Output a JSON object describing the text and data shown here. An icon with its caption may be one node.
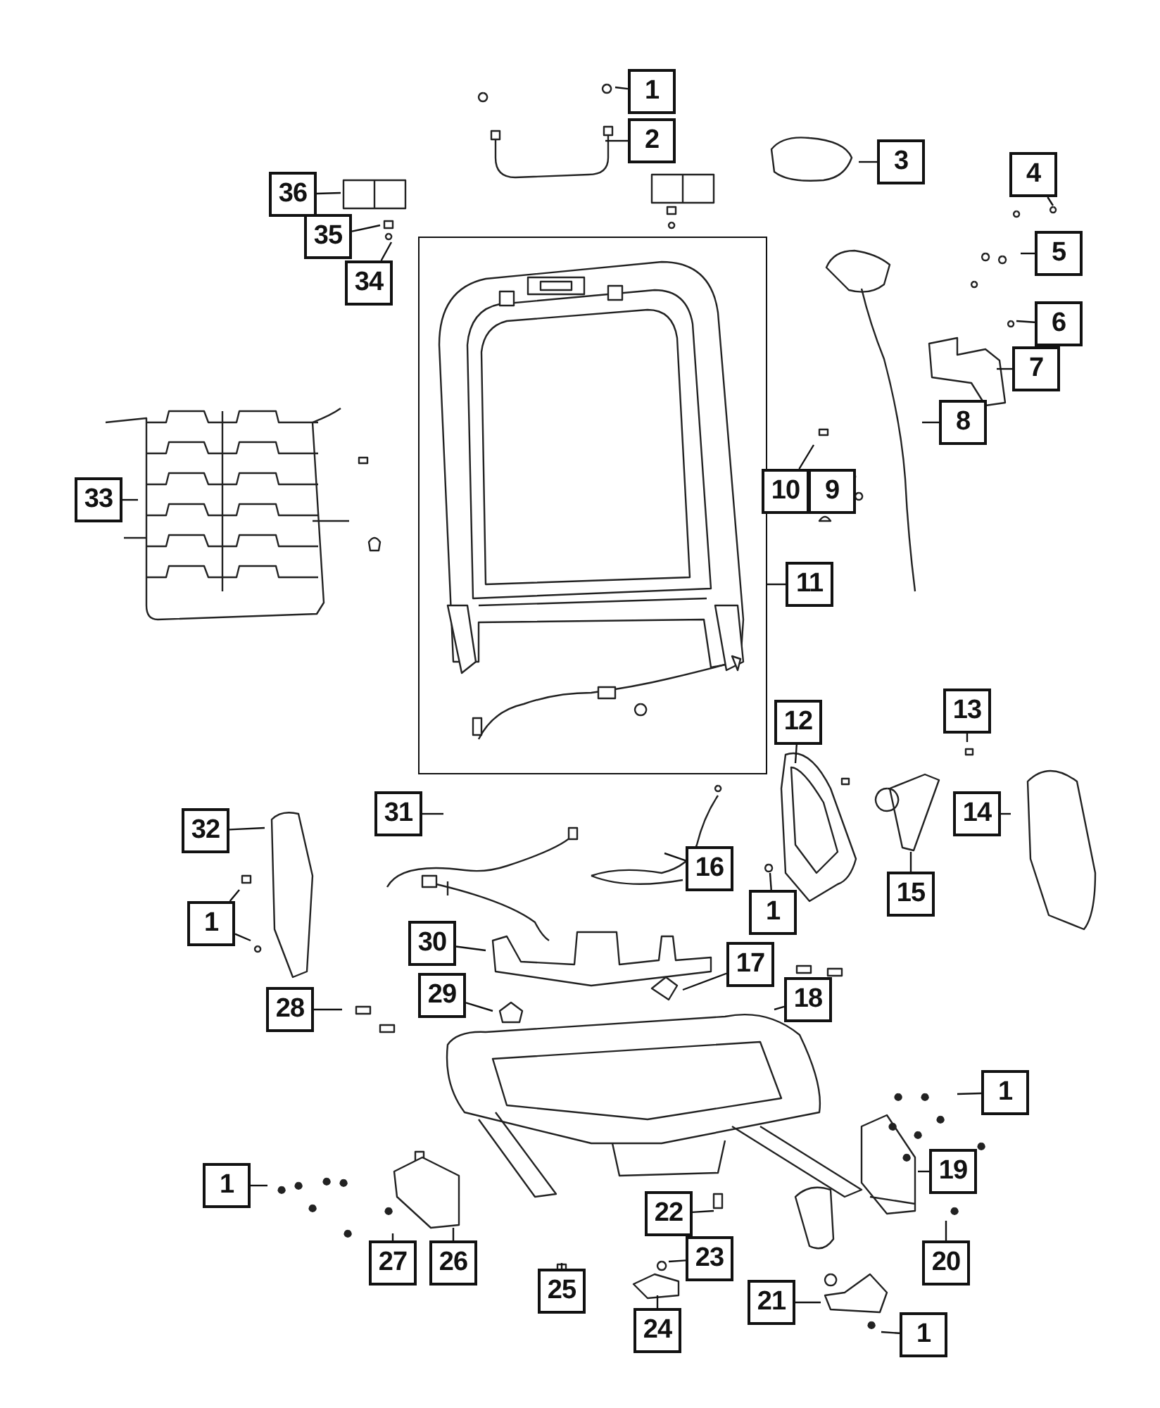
{
  "diagram": {
    "nodes": [
      {
        "text": [
          "1"
        ]
      },
      {
        "text": [
          "2"
        ]
      },
      {
        "text": [
          "3"
        ]
      },
      {
        "text": [
          "36"
        ]
      },
      {
        "text": [
          "4"
        ]
      },
      {
        "text": [
          "35"
        ]
      },
      {
        "text": [
          "5"
        ]
      },
      {
        "text": [
          "34"
        ]
      },
      {
        "text": [],
        "shape": "box"
      },
      {
        "text": [
          "6"
        ]
      },
      {
        "text": [
          "7"
        ]
      },
      {
        "text": [
          "8"
        ]
      },
      {
        "text": [
          "10"
        ]
      },
      {
        "text": [
          "9"
        ]
      },
      {
        "text": [
          "33"
        ]
      },
      {
        "text": [
          "11"
        ]
      },
      {
        "text": [
          "12"
        ]
      },
      {
        "text": [
          "13"
        ]
      },
      {
        "text": [
          "31"
        ]
      },
      {
        "text": [
          "14"
        ]
      },
      {
        "text": [
          "32"
        ]
      },
      {
        "text": [
          "16"
        ]
      },
      {
        "text": [
          "15"
        ]
      },
      {
        "text": [
          "1"
        ]
      },
      {
        "text": [
          "1"
        ]
      },
      {
        "text": [
          "30"
        ]
      },
      {
        "text": [
          "17"
        ]
      },
      {
        "text": [
          "29"
        ]
      },
      {
        "text": [
          "18"
        ]
      },
      {
        "text": [
          "28"
        ]
      },
      {
        "text": [
          "1"
        ]
      },
      {
        "text": [
          "19"
        ]
      },
      {
        "text": [
          "1"
        ]
      },
      {
        "text": [
          "22"
        ]
      },
      {
        "text": [
          "23"
        ]
      },
      {
        "text": [
          "20"
        ]
      },
      {
        "text": [
          "26"
        ]
      },
      {
        "text": [
          "27"
        ]
      },
      {
        "text": [
          "25"
        ]
      },
      {
        "text": [
          "21"
        ]
      },
      {
        "text": [
          "1"
        ]
      },
      {
        "text": [
          "24"
        ]
      }
    ],
    "edges": [
      {
        "from": 0,
        "to": null,
        "arrow": "none"
      },
      {
        "from": 1,
        "to": null,
        "arrow": "none"
      },
      {
        "from": 2,
        "to": null,
        "arrow": "none"
      },
      {
        "from": 3,
        "to": null,
        "arrow": "none"
      },
      {
        "from": 4,
        "to": null,
        "arrow": "none"
      },
      {
        "from": 5,
        "to": null,
        "arrow": "none"
      },
      {
        "from": 6,
        "to": null,
        "arrow": "none"
      },
      {
        "from": 7,
        "to": null,
        "arrow": "none"
      },
      {
        "from": 9,
        "to": null,
        "arrow": "none"
      },
      {
        "from": 10,
        "to": null,
        "arrow": "none"
      },
      {
        "from": 11,
        "to": null,
        "arrow": "none"
      },
      {
        "from": 12,
        "to": null,
        "arrow": "none"
      },
      {
        "from": 14,
        "to": null,
        "arrow": "none"
      },
      {
        "from": 15,
        "to": 8,
        "arrow": "none"
      },
      {
        "from": 16,
        "to": null,
        "arrow": "none"
      },
      {
        "from": 17,
        "to": null,
        "arrow": "none"
      },
      {
        "from": 18,
        "to": null,
        "arrow": "none"
      },
      {
        "from": 19,
        "to": null,
        "arrow": "none"
      },
      {
        "from": 20,
        "to": null,
        "arrow": "none"
      },
      {
        "from": 21,
        "to": null,
        "arrow": "none"
      },
      {
        "from": 22,
        "to": null,
        "arrow": "none"
      },
      {
        "from": 23,
        "to": null,
        "arrow": "none"
      },
      {
        "from": 24,
        "to": null,
        "arrow": "none"
      },
      {
        "from": 24,
        "to": null,
        "arrow": "none"
      },
      {
        "from": 25,
        "to": null,
        "arrow": "none"
      },
      {
        "from": 26,
        "to": null,
        "arrow": "none"
      },
      {
        "from": 27,
        "to": null,
        "arrow": "none"
      },
      {
        "from": 28,
        "to": null,
        "arrow": "none"
      },
      {
        "from": 29,
        "to": null,
        "arrow": "none"
      },
      {
        "from": 30,
        "to": null,
        "arrow": "none"
      },
      {
        "from": 31,
        "to": null,
        "arrow": "none"
      },
      {
        "from": 32,
        "to": null,
        "arrow": "none"
      },
      {
        "from": 33,
        "to": null,
        "arrow": "none"
      },
      {
        "from": 34,
        "to": null,
        "arrow": "none"
      },
      {
        "from": 35,
        "to": null,
        "arrow": "none"
      },
      {
        "from": 36,
        "to": null,
        "arrow": "none"
      },
      {
        "from": 37,
        "to": null,
        "arrow": "none"
      },
      {
        "from": 38,
        "to": null,
        "arrow": "none"
      },
      {
        "from": 39,
        "to": null,
        "arrow": "none"
      },
      {
        "from": 40,
        "to": null,
        "arrow": "none"
      },
      {
        "from": 41,
        "to": null,
        "arrow": "none"
      }
    ]
  }
}
